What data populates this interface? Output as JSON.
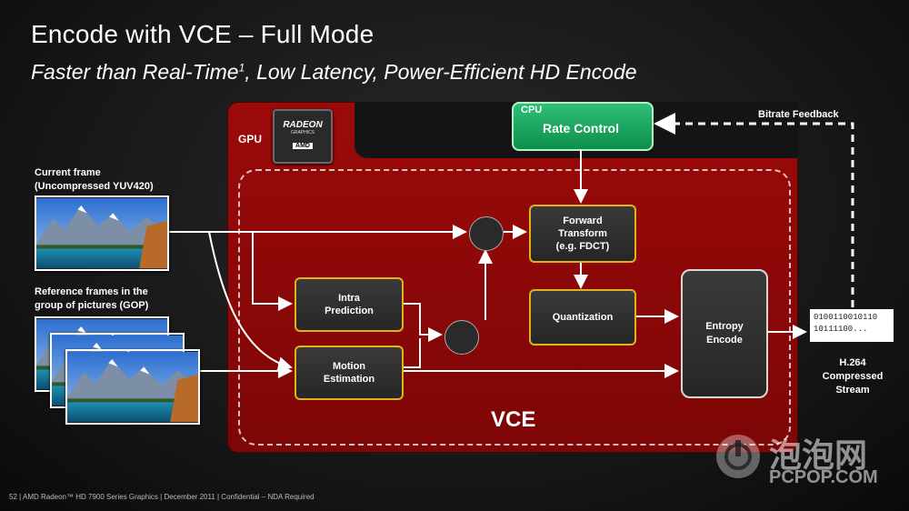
{
  "title": "Encode with VCE – Full Mode",
  "subtitle": "Faster than Real-Time",
  "subtitle_sup": "1",
  "subtitle_rest": ", Low Latency, Power-Efficient  HD Encode",
  "gpu_label": "GPU",
  "radeon_logo": {
    "line1": "RADEON",
    "line2": "GRAPHICS",
    "line3": "AMD"
  },
  "cpu": {
    "label": "CPU",
    "block": "Rate Control"
  },
  "bitrate_feedback": "Bitrate Feedback",
  "inputs": {
    "current_frame_line1": "Current frame",
    "current_frame_line2": "(Uncompressed YUV420)",
    "reference_line1": "Reference frames in the",
    "reference_line2": "group of pictures (GOP)"
  },
  "blocks": {
    "intra_line1": "Intra",
    "intra_line2": "Prediction",
    "motion_line1": "Motion",
    "motion_line2": "Estimation",
    "forward_line1": "Forward",
    "forward_line2": "Transform",
    "forward_line3": "(e.g. FDCT)",
    "quantization": "Quantization",
    "entropy_line1": "Entropy",
    "entropy_line2": "Encode"
  },
  "vce_label": "VCE",
  "output": {
    "bits_line1": "0100110010110",
    "bits_line2": "10111100...",
    "label_line1": "H.264",
    "label_line2": "Compressed",
    "label_line3": "Stream"
  },
  "footer": "52  |  AMD Radeon™ HD 7900 Series Graphics  |  December 2011  |  Confidential – NDA Required",
  "watermark": {
    "text": "泡泡网",
    "site": "PCPOP.COM"
  },
  "colors": {
    "gpu_red": "#9c0a0a",
    "cpu_green": "#17a25c",
    "block_border": "#e0b21a",
    "background": "#141414"
  }
}
